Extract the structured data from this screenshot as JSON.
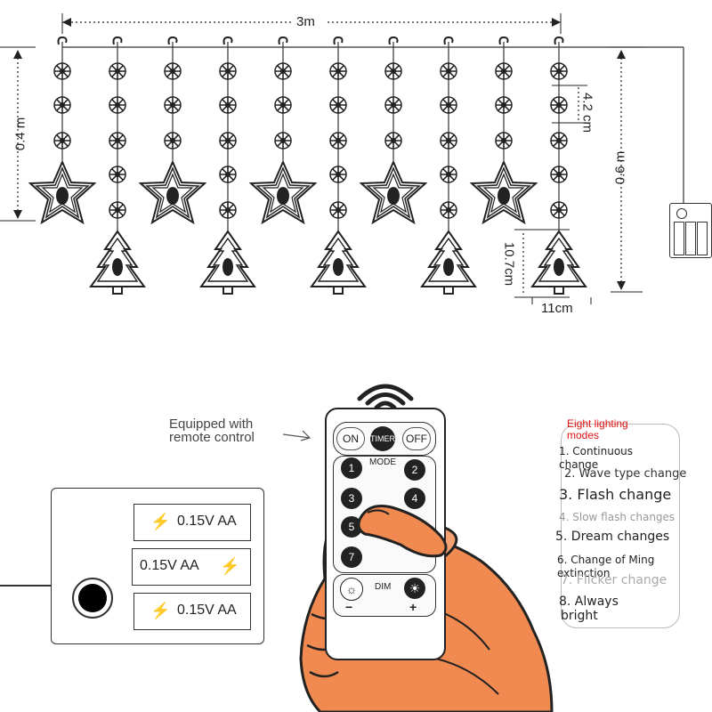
{
  "dimensions": {
    "width_total": "3m",
    "height_left": "0.4 m",
    "height_right": "0.6 m",
    "spacing": "4.2 cm",
    "tree_height": "10.7cm",
    "tree_width": "11cm"
  },
  "remote": {
    "callout": [
      "Equipped with",
      "remote control"
    ],
    "on": "ON",
    "timer": "TIMER",
    "off": "OFF",
    "mode": "MODE",
    "buttons": [
      "1",
      "2",
      "3",
      "4",
      "5",
      "7"
    ],
    "dim": "DIM",
    "minus": "−",
    "plus": "+"
  },
  "battery_box": {
    "batteries": [
      "0.15V AA",
      "0.15V AA",
      "0.15V AA"
    ]
  },
  "modes": {
    "title": [
      "Eight lighting",
      "modes"
    ],
    "items": [
      "1. Continuous",
      "change",
      "2. Wave type change",
      "3. Flash change",
      "4. Slow flash changes",
      "5. Dream changes",
      "6. Change of Ming",
      "extinction",
      "7. Flicker change",
      "8. Always",
      "bright"
    ]
  },
  "colors": {
    "title_red": "#e01010",
    "hand": "#f08a50",
    "outline": "#222222"
  }
}
